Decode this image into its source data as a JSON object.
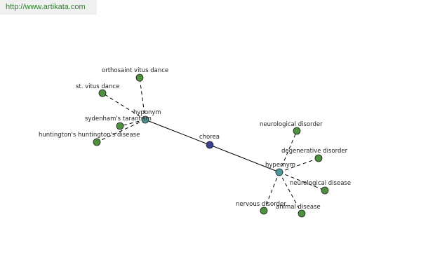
{
  "watermark": {
    "text": "http://www.artikata.com"
  },
  "colors": {
    "center": "#3d3f8f",
    "hub": "#4f9898",
    "leaf": "#4f8f3f",
    "edge": "#000000"
  },
  "graph": {
    "center": {
      "id": "chorea",
      "label": "chorea"
    },
    "hubs": [
      {
        "id": "hyponym",
        "label": "hyponym"
      },
      {
        "id": "hypernym",
        "label": "hypernym"
      }
    ],
    "leaves": [
      {
        "id": "orthosaint",
        "hub": "hyponym",
        "label": "orthosaint vitus dance"
      },
      {
        "id": "stvitus",
        "hub": "hyponym",
        "label": "st. vitus dance"
      },
      {
        "id": "sydenham",
        "hub": "hyponym",
        "label": "sydenham's tarantism"
      },
      {
        "id": "huntington",
        "hub": "hyponym",
        "label": "huntington's huntington's disease"
      },
      {
        "id": "neuroDisorder",
        "hub": "hypernym",
        "label": "neurological disorder"
      },
      {
        "id": "degenerative",
        "hub": "hypernym",
        "label": "degenerative disorder"
      },
      {
        "id": "neuroDisease",
        "hub": "hypernym",
        "label": "neurological disease"
      },
      {
        "id": "animal",
        "hub": "hypernym",
        "label": "animal disease"
      },
      {
        "id": "nervous",
        "hub": "hypernym",
        "label": "nervous disorder"
      }
    ]
  }
}
